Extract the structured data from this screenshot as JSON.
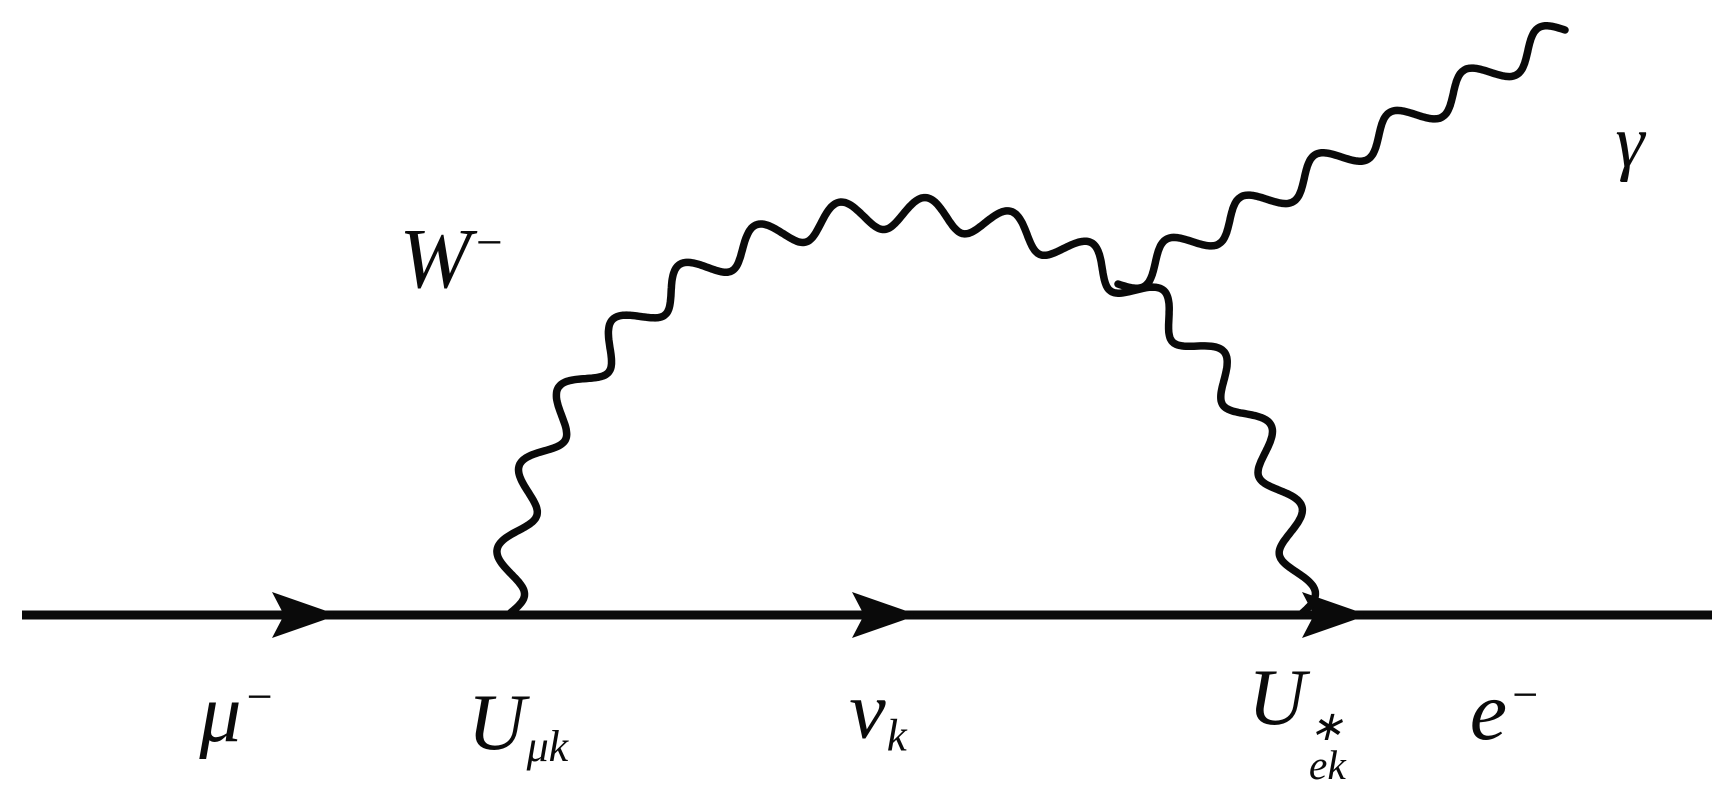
{
  "colors": {
    "ink": "#0a0a0a",
    "background": "#ffffff"
  },
  "labels": {
    "w_boson": {
      "base": "W",
      "sup": "−"
    },
    "photon": {
      "base": "γ"
    },
    "muon": {
      "base": "μ",
      "sup": "−"
    },
    "mixing_left": {
      "base": "U",
      "sub": "μk"
    },
    "neutrino": {
      "base": "ν",
      "sub": "k"
    },
    "mixing_right": {
      "base": "U",
      "sup": "∗",
      "sub": "ek"
    },
    "electron": {
      "base": "e",
      "sup": "−"
    }
  }
}
